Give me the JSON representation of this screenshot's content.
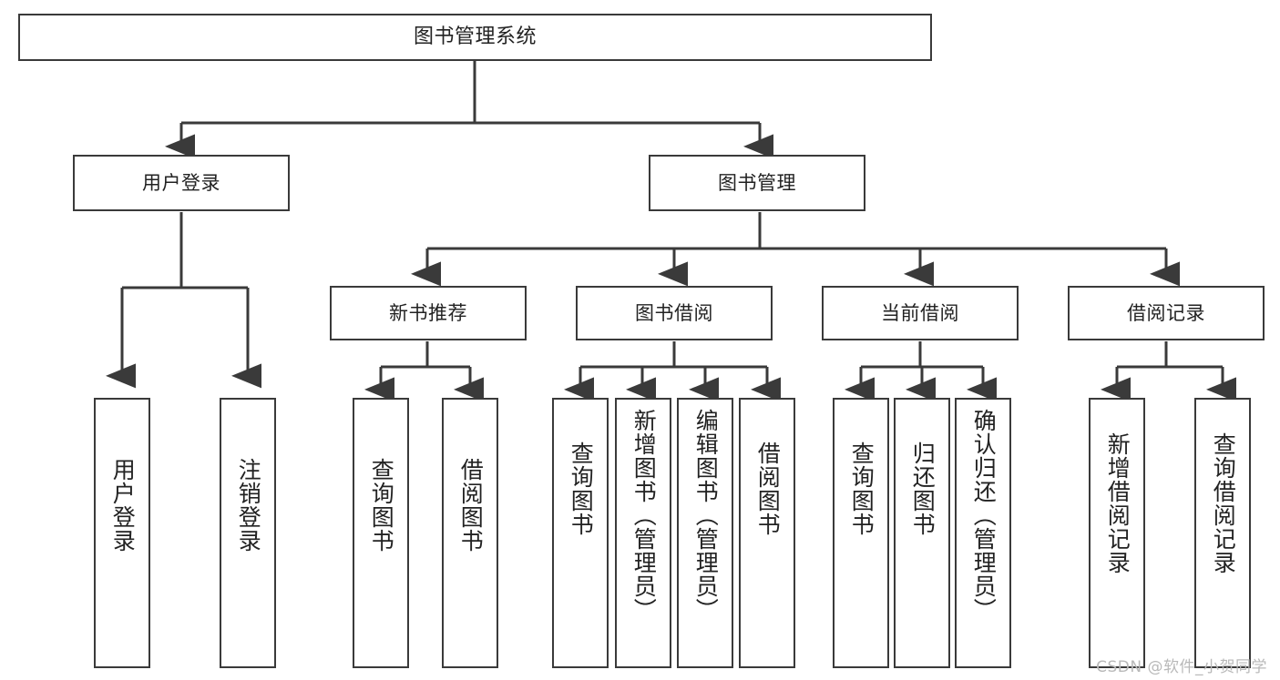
{
  "diagram": {
    "title": "图书管理系统",
    "type": "tree-hierarchy",
    "orientation": "top-down",
    "stroke_color": "#3a3a3a",
    "fill_color": "#ffffff",
    "text_color": "#222222",
    "background": "#ffffff"
  },
  "watermark": {
    "text": "CSDN @软件_小贺同学",
    "color": "#b9b9b9"
  },
  "nodes": {
    "root": {
      "label": "图书管理系统"
    },
    "level2": [
      {
        "id": "user-login",
        "label": "用户登录"
      },
      {
        "id": "book-management",
        "label": "图书管理"
      }
    ],
    "level3": [
      {
        "id": "new-book-recommend",
        "label": "新书推荐"
      },
      {
        "id": "book-borrow",
        "label": "图书借阅"
      },
      {
        "id": "current-borrow",
        "label": "当前借阅"
      },
      {
        "id": "borrow-record",
        "label": "借阅记录"
      }
    ],
    "leaves": {
      "user-login": [
        {
          "id": "leaf-user-login",
          "label": "用户登录"
        },
        {
          "id": "leaf-logout-login",
          "label": "注销登录"
        }
      ],
      "new-book-recommend": [
        {
          "id": "leaf-query-book-1",
          "label": "查询图书"
        },
        {
          "id": "leaf-borrow-book-1",
          "label": "借阅图书"
        }
      ],
      "book-borrow": [
        {
          "id": "leaf-query-book-2",
          "label": "查询图书"
        },
        {
          "id": "leaf-add-book",
          "label": "新增图书（管理员）"
        },
        {
          "id": "leaf-edit-book",
          "label": "编辑图书（管理员）"
        },
        {
          "id": "leaf-borrow-book-2",
          "label": "借阅图书"
        }
      ],
      "current-borrow": [
        {
          "id": "leaf-query-book-3",
          "label": "查询图书"
        },
        {
          "id": "leaf-return-book",
          "label": "归还图书"
        },
        {
          "id": "leaf-confirm-return",
          "label": "确认归还（管理员）"
        }
      ],
      "borrow-record": [
        {
          "id": "leaf-add-record",
          "label": "新增借阅记录"
        },
        {
          "id": "leaf-query-record",
          "label": "查询借阅记录"
        }
      ]
    }
  }
}
